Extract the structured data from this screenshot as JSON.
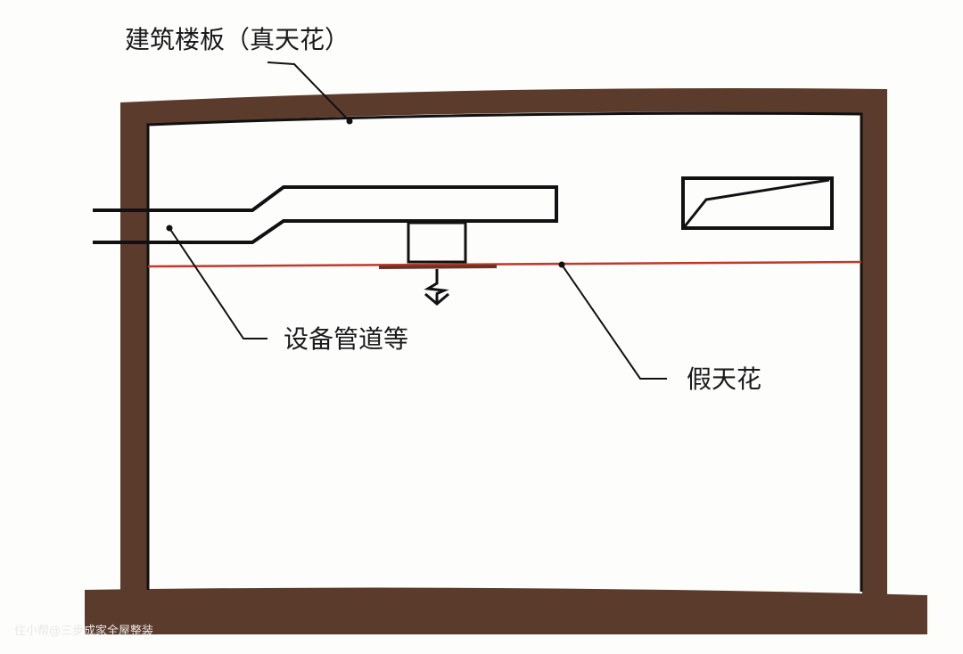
{
  "labels": {
    "floor_slab": "建筑楼板（真天花）",
    "equipment": "设备管道等",
    "false_ceiling": "假天花"
  },
  "watermark": "住小帮@三步成家全屋整装",
  "colors": {
    "wall": "#5b3b2c",
    "ceiling_line": "#c0392b",
    "line": "#111111"
  }
}
